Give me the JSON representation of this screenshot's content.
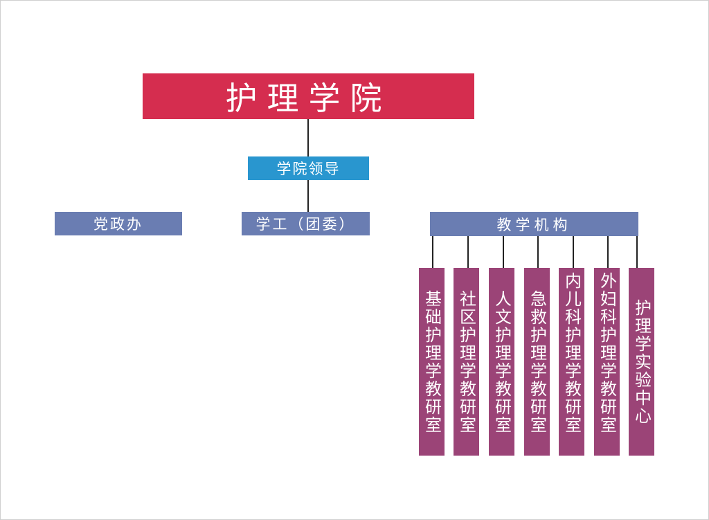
{
  "root": {
    "label": "护理学院"
  },
  "leadership": {
    "label": "学院领导"
  },
  "departments": {
    "office": "党政办",
    "student_affairs": "学工（团委）",
    "teaching": "教学机构"
  },
  "teaching_units": [
    "基础护理学教研室",
    "社区护理学教研室",
    "人文护理学教研室",
    "急救护理学教研室",
    "内儿科护理学教研室",
    "外妇科护理学教研室",
    "护理学实验中心"
  ],
  "colors": {
    "root": "#d52d4f",
    "leadership": "#2996cf",
    "department": "#6a7db2",
    "unit": "#9b4477"
  }
}
